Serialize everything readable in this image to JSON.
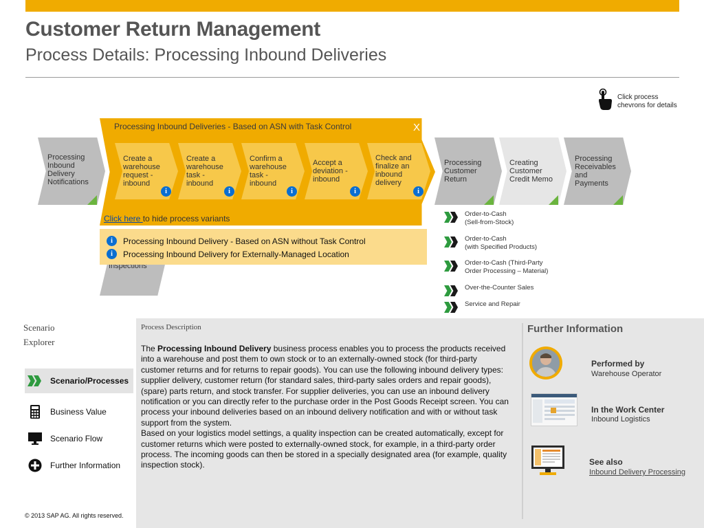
{
  "header": {
    "title": "Customer Return Management",
    "subtitle": "Process Details: Processing Inbound Deliveries"
  },
  "hint": {
    "text": "Click process\nchevrons for details",
    "icon": "pointing-hand-icon"
  },
  "process_flow": {
    "main_chevrons": [
      {
        "label": "Processing\nInbound\nDelivery\nNotifications"
      },
      {
        "label": "Processing\nCustomer\nReturn"
      },
      {
        "label": "Creating\nCustomer\nCredit Memo"
      },
      {
        "label": "Processing\nReceivables\nand\nPayments"
      }
    ],
    "inspections_label": "Inspections",
    "expanded": {
      "title": "Processing Inbound Deliveries  - Based on ASN with Task Control",
      "close_label": "X",
      "steps": [
        {
          "label": "Create a\nwarehouse\nrequest -\ninbound",
          "info": "i"
        },
        {
          "label": "Create a\nwarehouse\ntask -\ninbound",
          "info": "i"
        },
        {
          "label": "Confirm a\nwarehouse\ntask -\ninbound",
          "info": "i"
        },
        {
          "label": "Accept a\ndeviation -\ninbound",
          "info": "i"
        },
        {
          "label": "Check and\nfinalize an\ninbound\ndelivery",
          "info": "i"
        }
      ],
      "toggle_link": "Click here ",
      "toggle_text": "to hide process variants",
      "variants": [
        {
          "label": "Processing Inbound Delivery - Based on ASN without Task Control",
          "info": "i"
        },
        {
          "label": "Processing Inbound Delivery for Externally-Managed Location",
          "info": "i"
        }
      ]
    },
    "scenarios": [
      {
        "label": "Order-to-Cash\n (Sell-from-Stock)"
      },
      {
        "label": "Order-to-Cash\n(with Specified Products)"
      },
      {
        "label": "Order-to-Cash (Third-Party\nOrder Processing – Material)"
      },
      {
        "label": "Over-the-Counter Sales"
      },
      {
        "label": "Service and Repair"
      }
    ]
  },
  "nav": {
    "heading": "Scenario\nExplorer",
    "items": [
      {
        "label": "Scenario/Processes",
        "icon": "double-chevron-icon",
        "active": true
      },
      {
        "label": "Business Value",
        "icon": "calculator-icon"
      },
      {
        "label": "Scenario Flow",
        "icon": "monitor-icon"
      },
      {
        "label": "Further Information",
        "icon": "plus-circle-icon"
      }
    ],
    "footer": "©  2013 SAP AG. All rights reserved."
  },
  "process_description": {
    "heading": "Process Description",
    "intro": "The ",
    "bold": "Processing Inbound Delivery",
    "paragraph1": " business process enables you to process the products received into a warehouse and post them to own stock or to an externally-owned stock (for third-party customer returns and for returns to repair goods). You can use the following inbound delivery types: supplier delivery, customer return (for standard sales, third-party sales orders and repair goods), (spare) parts return, and stock transfer. For supplier deliveries, you can use an inbound delivery notification or you can directly refer to the purchase order in the Post Goods Receipt screen. You can process your inbound deliveries based on an inbound delivery notification and with or without task support from the system.",
    "paragraph2": "Based on your logistics model settings, a quality inspection can be created automatically, except for customer returns which were posted to externally-owned stock, for example, in a third-party order process. The incoming goods can then be stored in a specially designated area (for example, quality inspection stock)."
  },
  "further_information": {
    "heading": "Further Information",
    "performed_by_label": "Performed by",
    "performed_by_value": "Warehouse Operator",
    "work_center_label": "In the Work Center",
    "work_center_value": "Inbound Logistics",
    "see_also_label": "See also",
    "see_also_link": "Inbound Delivery Processing"
  },
  "colors": {
    "accent": "#f0ab00",
    "gray_chevron": "#bdbdbd",
    "green": "#2e9b3f",
    "info_blue": "#0a6ed1"
  }
}
